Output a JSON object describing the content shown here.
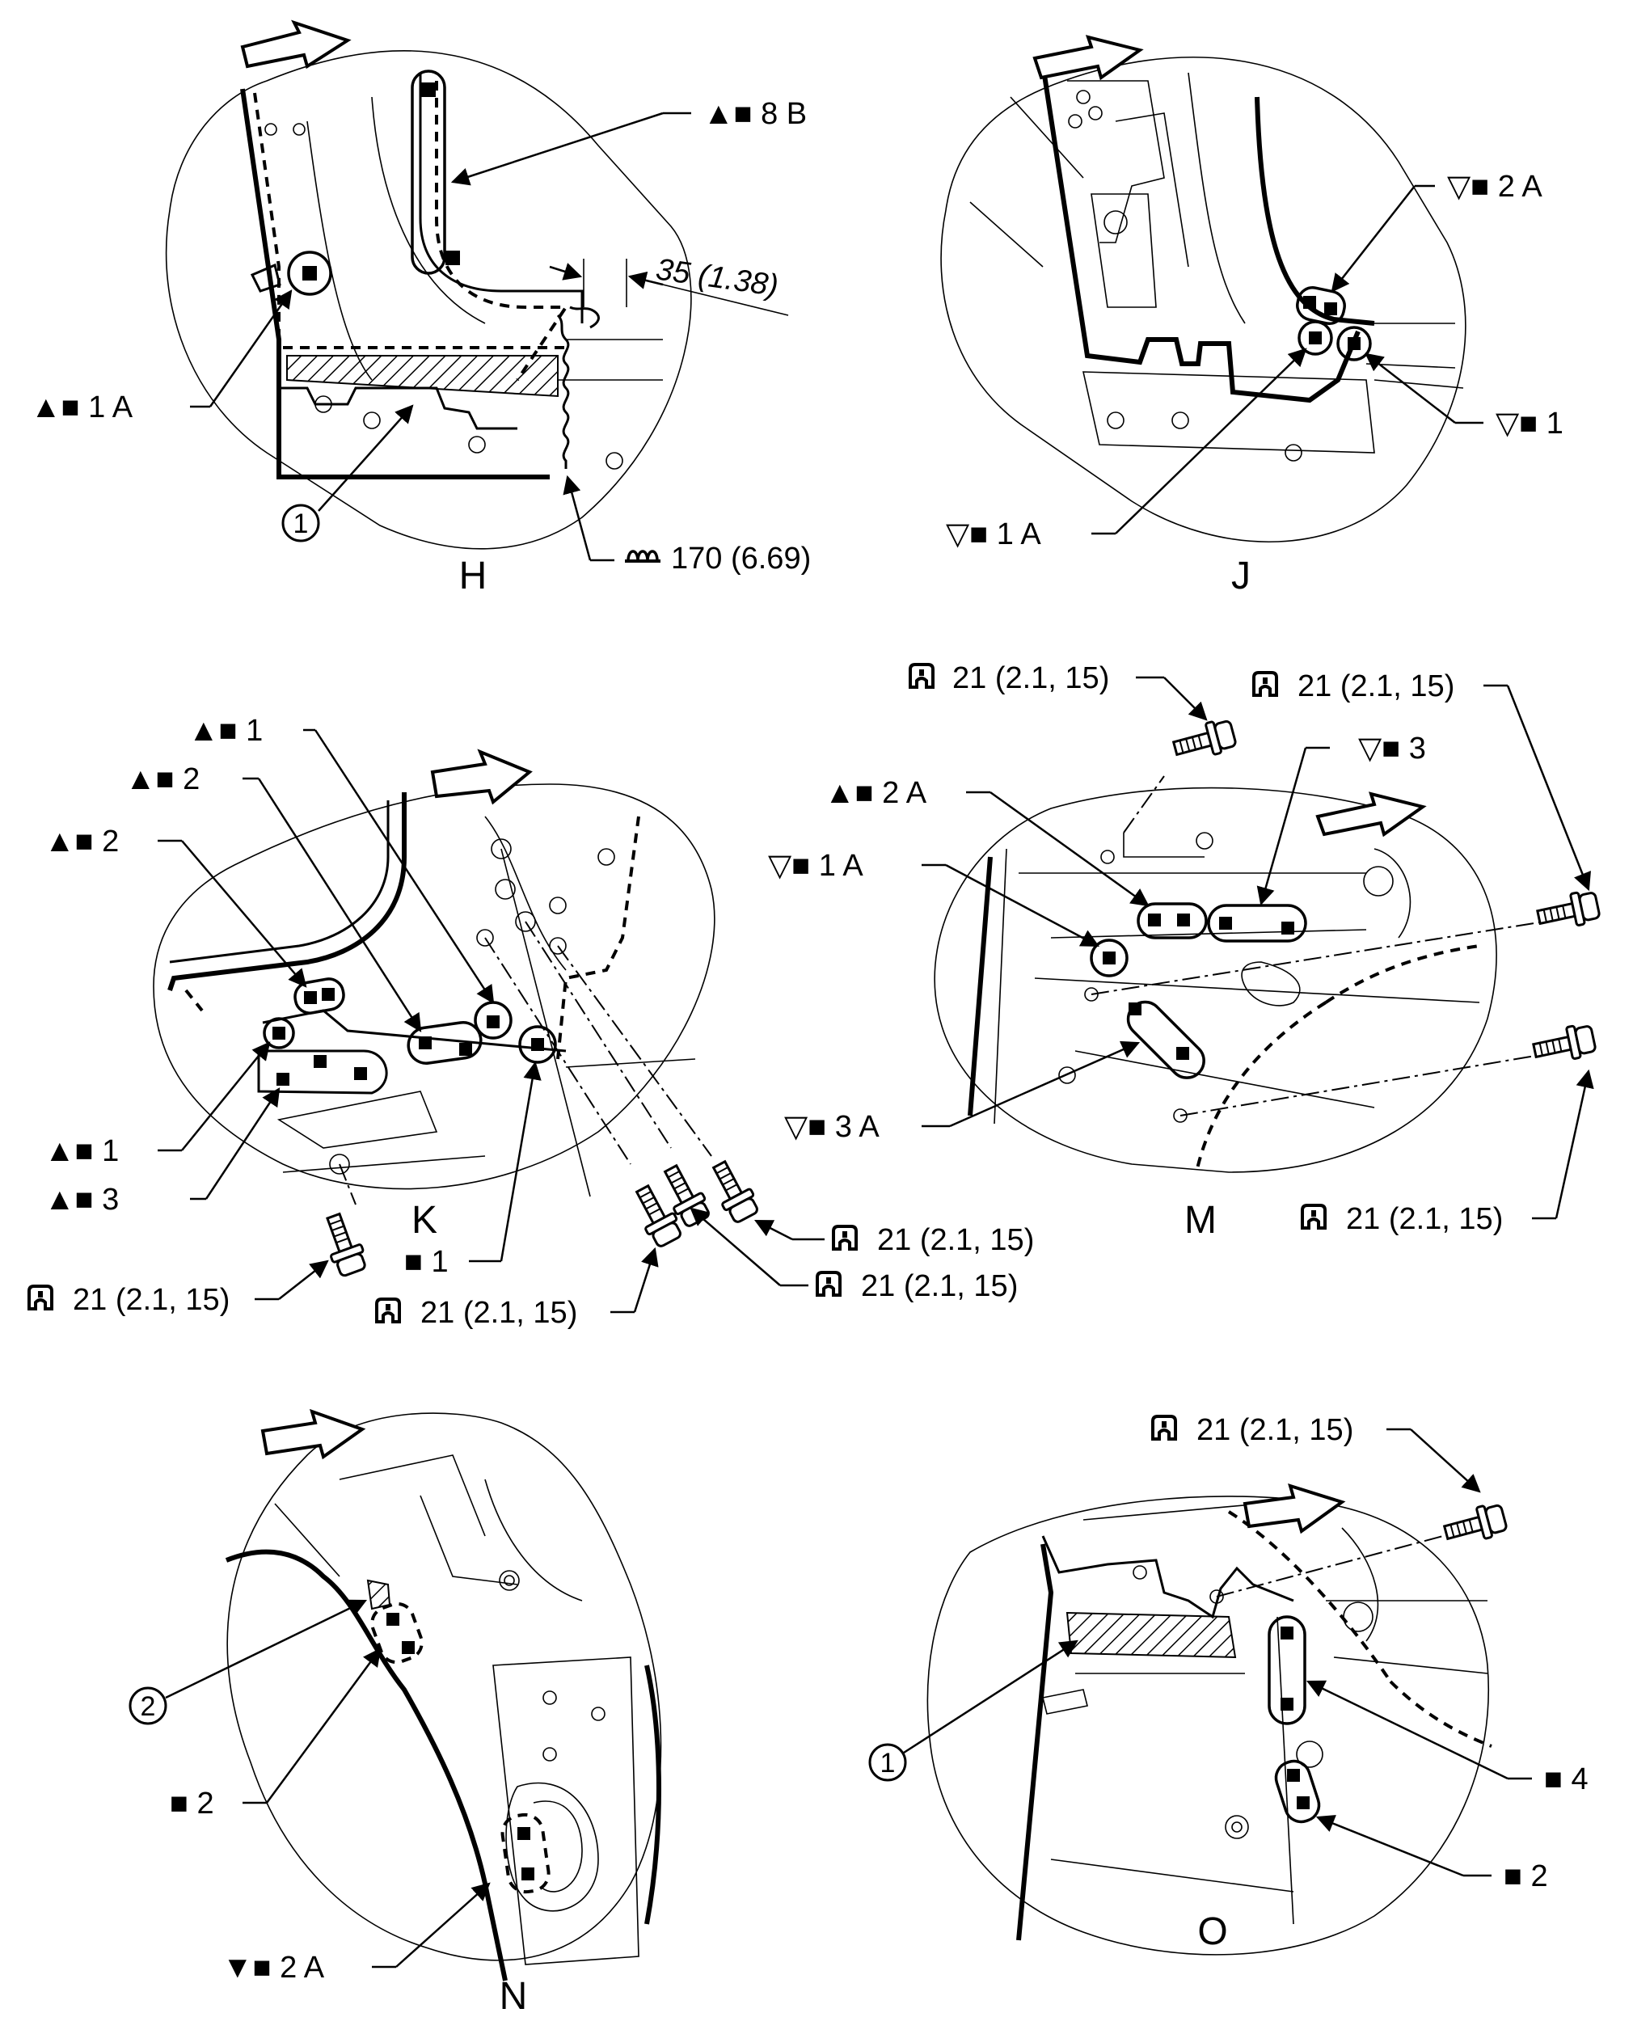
{
  "views": {
    "H": {
      "letter": "H",
      "callouts": {
        "seam_8b": "▲■ 8 B",
        "spot_1a": "▲■ 1 A",
        "ref_1": "1",
        "dimension": "35 (1.38)",
        "mig_length": "170 (6.69)"
      }
    },
    "J": {
      "letter": "J",
      "callouts": {
        "spot_2a": "▽■ 2 A",
        "spot_1": "▽■ 1",
        "spot_1a": "▽■ 1 A"
      }
    },
    "K": {
      "letter": "K",
      "callouts": {
        "top_1": "▲■ 1",
        "top_2": "▲■ 2",
        "left_2": "▲■ 2",
        "left_1": "▲■ 1",
        "left_3": "▲■ 3",
        "bottom_1": "■ 1",
        "torque_a": "21 (2.1, 15)",
        "torque_b": "21 (2.1, 15)",
        "torque_c": "21 (2.1, 15)",
        "torque_d": "21 (2.1, 15)"
      }
    },
    "M": {
      "letter": "M",
      "callouts": {
        "torque_top_left": "21 (2.1, 15)",
        "torque_top_right": "21 (2.1, 15)",
        "torque_bottom_right": "21 (2.1, 15)",
        "spot_2a": "▲■ 2 A",
        "spot_3": "▽■ 3",
        "spot_1a": "▽■ 1 A",
        "spot_3a": "▽■ 3 A"
      }
    },
    "N": {
      "letter": "N",
      "callouts": {
        "ref_2": "2",
        "spot_2": "■ 2",
        "spot_2a": "▼■ 2 A"
      }
    },
    "O": {
      "letter": "O",
      "callouts": {
        "torque": "21 (2.1, 15)",
        "ref_1": "1",
        "spot_4": "■ 4",
        "spot_2": "■ 2"
      }
    }
  },
  "icons": {
    "front_arrow": "front-direction-arrow",
    "torque": "torque-symbol",
    "weld_seam": "mig-weld-seam-symbol",
    "spot_weld": "spot-weld-square"
  }
}
